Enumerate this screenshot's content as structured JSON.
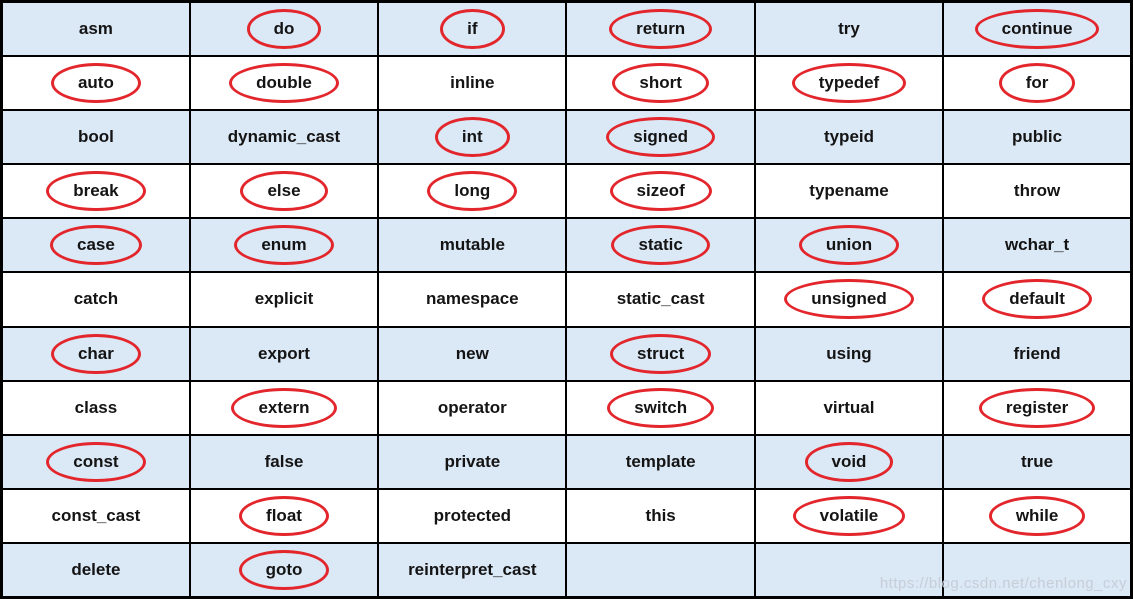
{
  "page": {
    "watermark": "https://blog.csdn.net/chenlong_cxy"
  },
  "colors": {
    "row_alt": "#dbe8f5",
    "row_plain": "#ffffff",
    "border": "#000000",
    "circle": "#e2262c",
    "text": "#141414",
    "watermark": "#c7cdd9"
  },
  "table": {
    "columns": 6,
    "rows": [
      [
        {
          "text": "asm",
          "circled": false
        },
        {
          "text": "do",
          "circled": true
        },
        {
          "text": "if",
          "circled": true
        },
        {
          "text": "return",
          "circled": true
        },
        {
          "text": "try",
          "circled": false
        },
        {
          "text": "continue",
          "circled": true
        }
      ],
      [
        {
          "text": "auto",
          "circled": true
        },
        {
          "text": "double",
          "circled": true
        },
        {
          "text": "inline",
          "circled": false
        },
        {
          "text": "short",
          "circled": true
        },
        {
          "text": "typedef",
          "circled": true
        },
        {
          "text": "for",
          "circled": true
        }
      ],
      [
        {
          "text": "bool",
          "circled": false
        },
        {
          "text": "dynamic_cast",
          "circled": false
        },
        {
          "text": "int",
          "circled": true
        },
        {
          "text": "signed",
          "circled": true
        },
        {
          "text": "typeid",
          "circled": false
        },
        {
          "text": "public",
          "circled": false
        }
      ],
      [
        {
          "text": "break",
          "circled": true
        },
        {
          "text": "else",
          "circled": true
        },
        {
          "text": "long",
          "circled": true
        },
        {
          "text": "sizeof",
          "circled": true
        },
        {
          "text": "typename",
          "circled": false
        },
        {
          "text": "throw",
          "circled": false
        }
      ],
      [
        {
          "text": "case",
          "circled": true
        },
        {
          "text": "enum",
          "circled": true
        },
        {
          "text": "mutable",
          "circled": false
        },
        {
          "text": "static",
          "circled": true
        },
        {
          "text": "union",
          "circled": true
        },
        {
          "text": "wchar_t",
          "circled": false
        }
      ],
      [
        {
          "text": "catch",
          "circled": false
        },
        {
          "text": "explicit",
          "circled": false
        },
        {
          "text": "namespace",
          "circled": false
        },
        {
          "text": "static_cast",
          "circled": false
        },
        {
          "text": "unsigned",
          "circled": true
        },
        {
          "text": "default",
          "circled": true
        }
      ],
      [
        {
          "text": "char",
          "circled": true
        },
        {
          "text": "export",
          "circled": false
        },
        {
          "text": "new",
          "circled": false
        },
        {
          "text": "struct",
          "circled": true
        },
        {
          "text": "using",
          "circled": false
        },
        {
          "text": "friend",
          "circled": false
        }
      ],
      [
        {
          "text": "class",
          "circled": false
        },
        {
          "text": "extern",
          "circled": true
        },
        {
          "text": "operator",
          "circled": false
        },
        {
          "text": "switch",
          "circled": true
        },
        {
          "text": "virtual",
          "circled": false
        },
        {
          "text": "register",
          "circled": true
        }
      ],
      [
        {
          "text": "const",
          "circled": true
        },
        {
          "text": "false",
          "circled": false
        },
        {
          "text": "private",
          "circled": false
        },
        {
          "text": "template",
          "circled": false
        },
        {
          "text": "void",
          "circled": true
        },
        {
          "text": "true",
          "circled": false
        }
      ],
      [
        {
          "text": "const_cast",
          "circled": false
        },
        {
          "text": "float",
          "circled": true
        },
        {
          "text": "protected",
          "circled": false
        },
        {
          "text": "this",
          "circled": false
        },
        {
          "text": "volatile",
          "circled": true
        },
        {
          "text": "while",
          "circled": true
        }
      ],
      [
        {
          "text": "delete",
          "circled": false
        },
        {
          "text": "goto",
          "circled": true
        },
        {
          "text": "reinterpret_cast",
          "circled": false
        },
        {
          "text": "",
          "circled": false
        },
        {
          "text": "",
          "circled": false
        },
        {
          "text": "",
          "circled": false
        }
      ]
    ]
  }
}
